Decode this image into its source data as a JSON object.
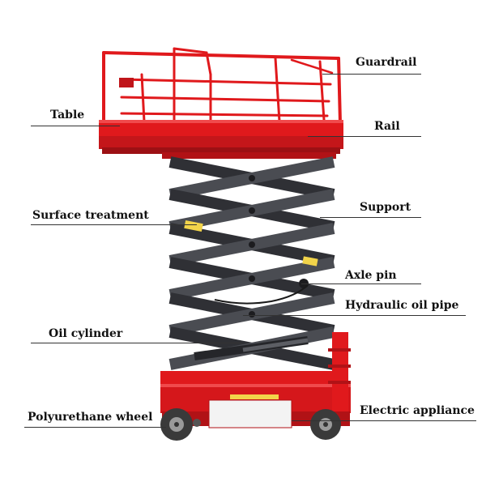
{
  "labels": {
    "guardrail": "Guardrail",
    "table": "Table",
    "rail": "Rail",
    "support": "Support",
    "surface_treatment": "Surface treatment",
    "axle_pin": "Axle pin",
    "hydraulic_oil_pipe": "Hydraulic oil pipe",
    "oil_cylinder": "Oil cylinder",
    "polyurethane_wheel": "Polyurethane wheel",
    "electric_appliance": "Electric appliance"
  },
  "colors": {
    "frame_red": "#e0191c",
    "frame_dark_red": "#b11216",
    "scissor_grey": "#4a4c52",
    "scissor_dark": "#2f3035",
    "wheel": "#3a3a3a",
    "label_tag": "#f2d44a"
  }
}
